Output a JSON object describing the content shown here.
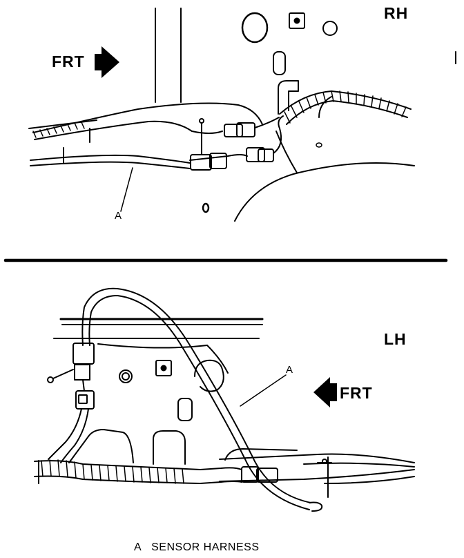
{
  "top_view": {
    "side_label": "RH",
    "direction_label": "FRT",
    "callout": "A"
  },
  "bottom_view": {
    "side_label": "LH",
    "direction_label": "FRT",
    "callout": "A"
  },
  "caption": "A   SENSOR HARNESS",
  "colors": {
    "ink": "#000000",
    "paper": "#ffffff"
  }
}
